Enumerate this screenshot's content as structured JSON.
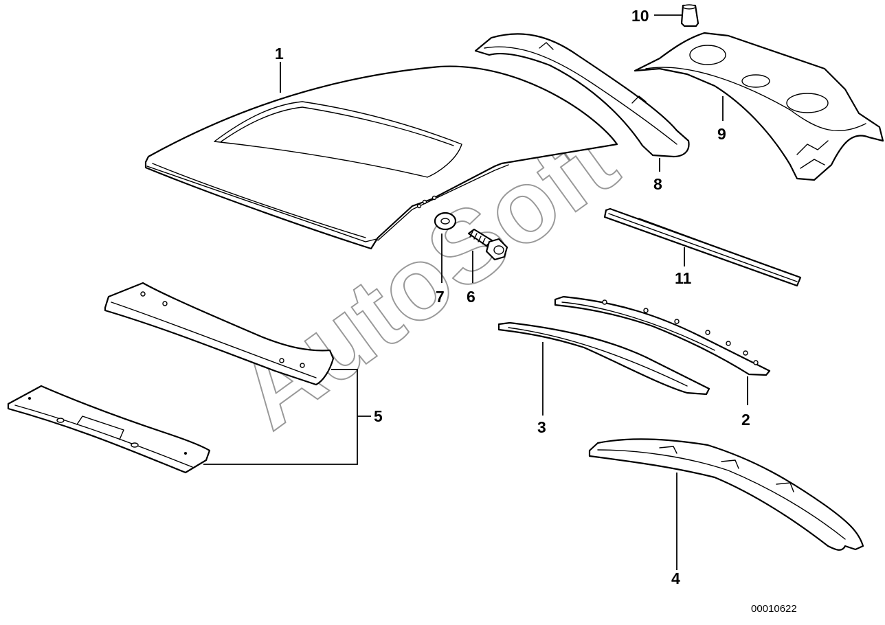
{
  "watermark": "AutoSoft",
  "document_number": "00010622",
  "callouts": [
    "1",
    "2",
    "3",
    "4",
    "5",
    "6",
    "7",
    "8",
    "9",
    "10",
    "11"
  ]
}
